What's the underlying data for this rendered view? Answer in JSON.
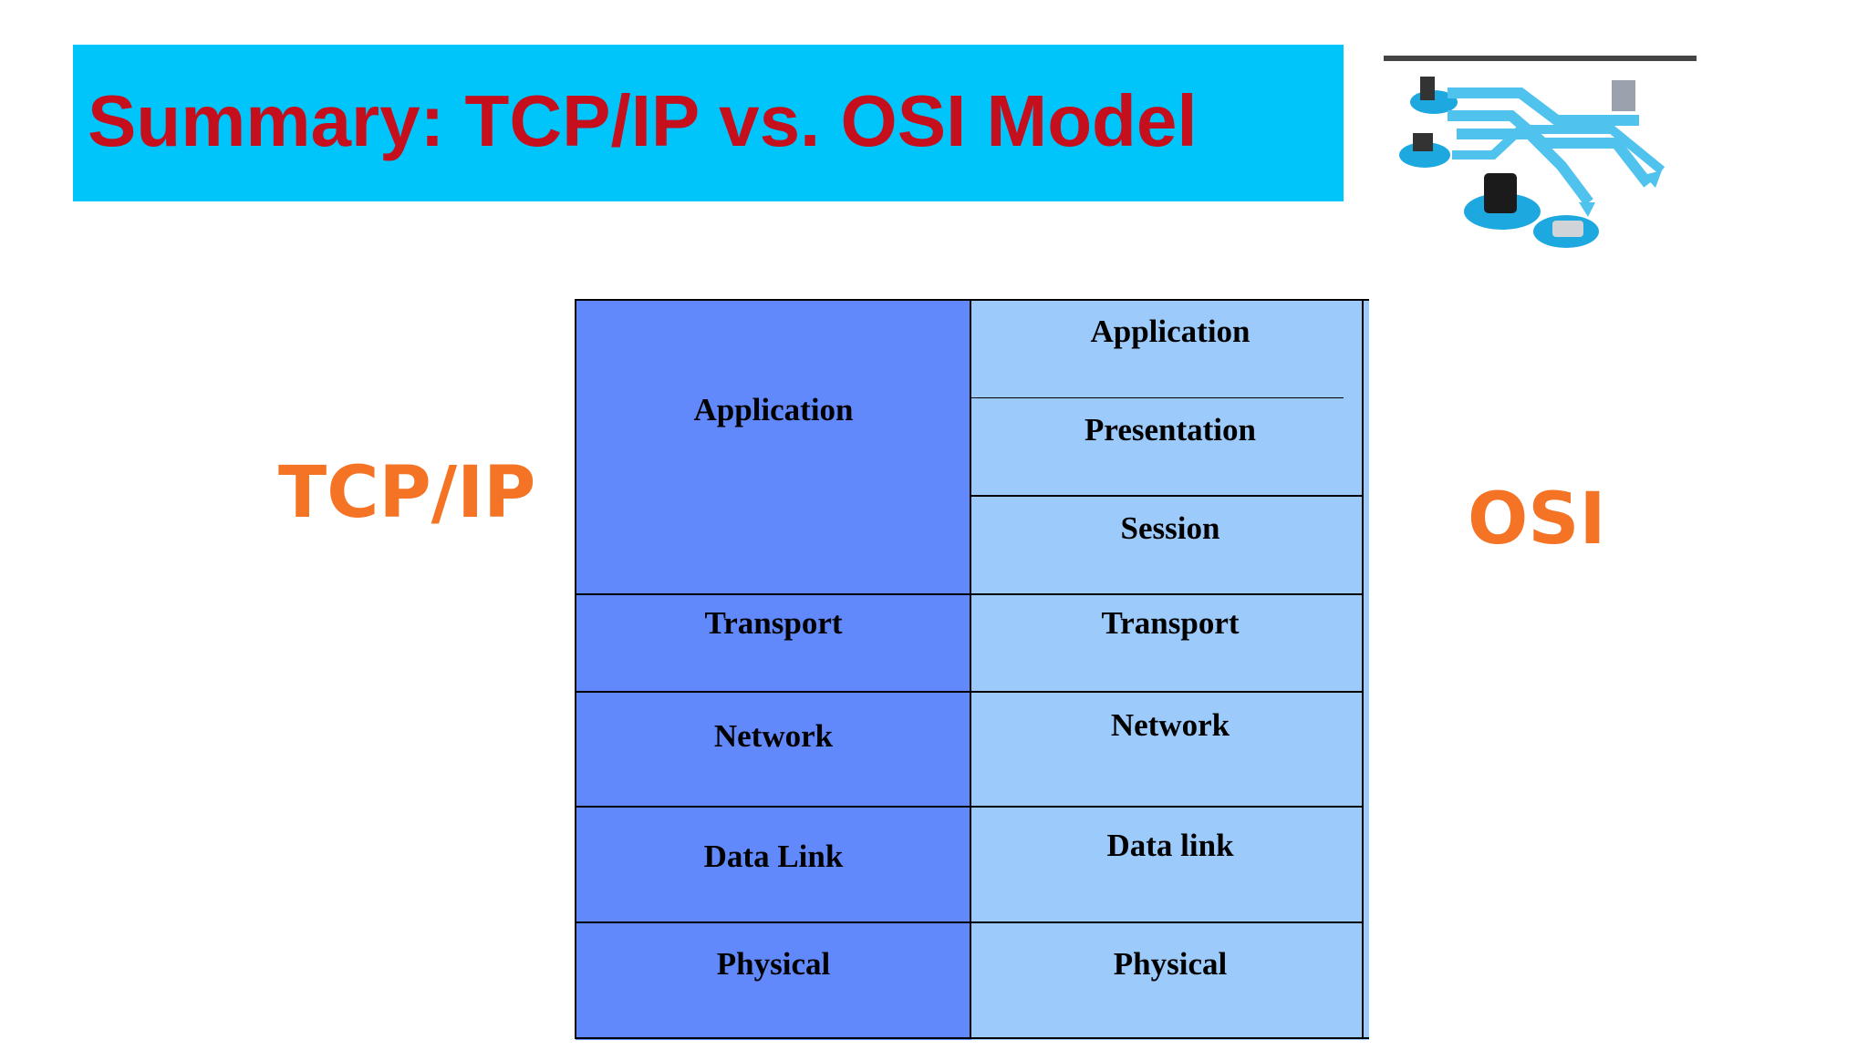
{
  "slide": {
    "title": "Summary: TCP/IP vs. OSI Model",
    "left_model_label": "TCP/IP",
    "right_model_label": "OSI",
    "illustration_icon": "network-diagram-icon",
    "colors": {
      "title_background": "#00c5fb",
      "title_text": "#c50f1c",
      "model_label": "#f47324",
      "tcpip_layer_fill": "#6189fb",
      "osi_layer_fill": "#9ccbfb"
    }
  },
  "tcpip_layers": [
    "Application",
    "Transport",
    "Network",
    "Data Link",
    "Physical"
  ],
  "osi_layers": [
    "Application",
    "Presentation",
    "Session",
    "Transport",
    "Network",
    "Data link",
    "Physical"
  ]
}
